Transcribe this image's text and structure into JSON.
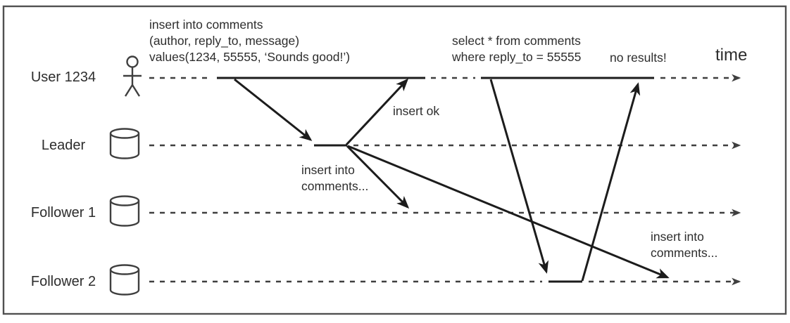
{
  "colors": {
    "line": "#1c1c1c",
    "dashed": "#3f3f3f",
    "text": "#2d2d2d",
    "border": "#505050",
    "background": "#ffffff"
  },
  "rows": [
    {
      "label": "User 1234",
      "icon": "person-icon"
    },
    {
      "label": "Leader",
      "icon": "database-icon"
    },
    {
      "label": "Follower 1",
      "icon": "database-icon"
    },
    {
      "label": "Follower 2",
      "icon": "database-icon"
    }
  ],
  "annotations": {
    "insert_query": "insert into comments\n(author, reply_to, message)\nvalues(1234, 55555, ‘Sounds good!’)",
    "select_query": "select * from comments\nwhere reply_to = 55555",
    "no_results": "no results!",
    "time_label": "time",
    "insert_ok": "insert ok",
    "replicate_follower1": "insert into\ncomments...",
    "replicate_follower2": "insert into\ncomments..."
  }
}
